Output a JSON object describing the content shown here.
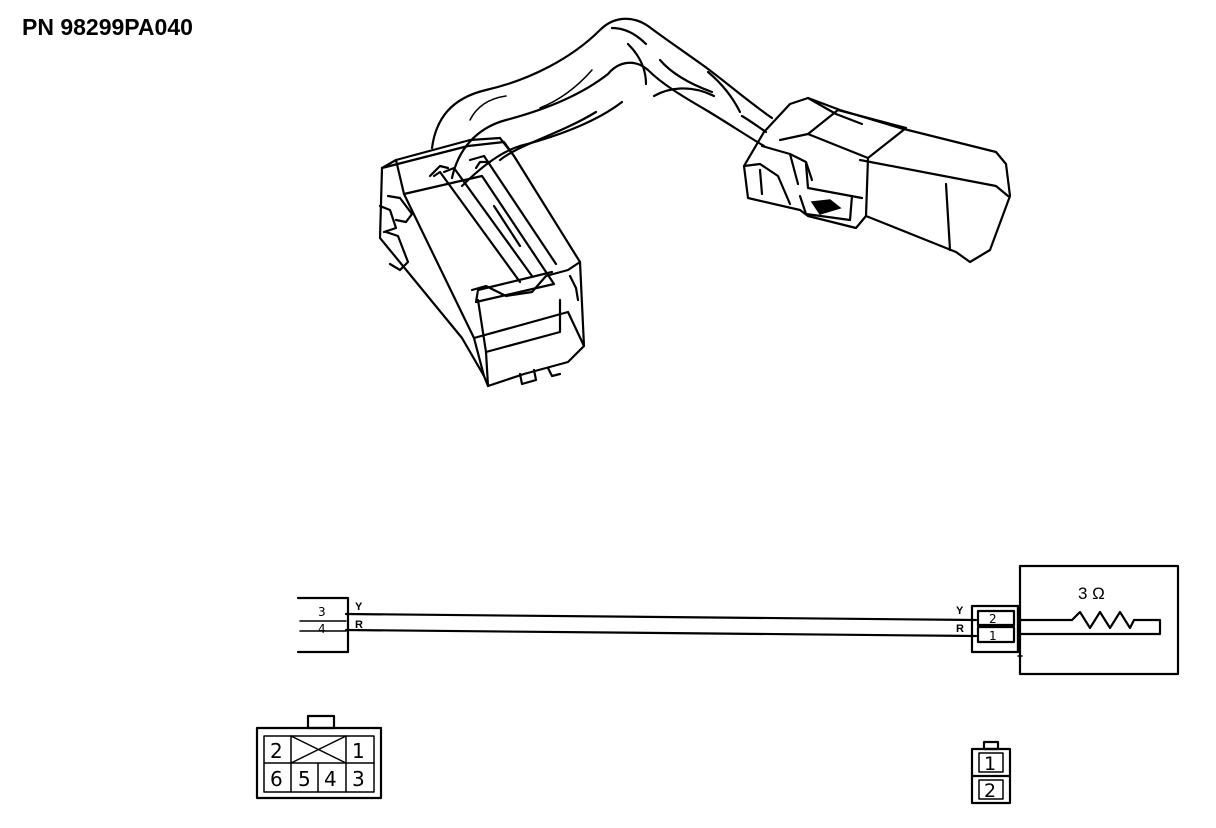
{
  "header": {
    "part_number": "PN 98299PA040"
  },
  "schematic": {
    "left_connector": {
      "pins": [
        "3",
        "4"
      ]
    },
    "wire_colors_left": [
      "Y",
      "R"
    ],
    "wire_colors_right": [
      "Y",
      "R"
    ],
    "right_connector": {
      "pins": [
        "2",
        "1"
      ]
    },
    "resistor": {
      "label": "3 Ω"
    }
  },
  "pinouts": {
    "six_pin": {
      "top_row": [
        "2",
        "1"
      ],
      "bottom_row": [
        "6",
        "5",
        "4",
        "3"
      ]
    },
    "two_pin": {
      "pins": [
        "1",
        "2"
      ]
    }
  }
}
